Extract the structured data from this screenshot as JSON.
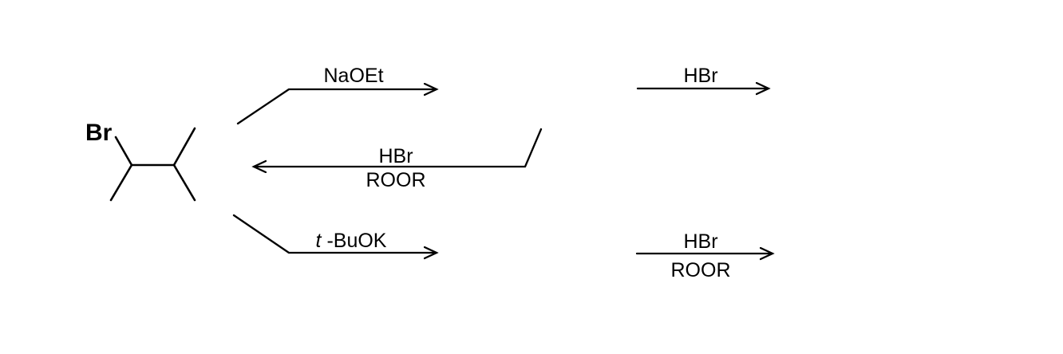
{
  "scheme": {
    "background_color": "#ffffff",
    "line_color": "#000000"
  },
  "reactant": {
    "halogen_label": "Br",
    "halogen_color": "#ED1B34"
  },
  "arrows": {
    "top_left": {
      "label_above": "NaOEt",
      "direction": "right"
    },
    "middle": {
      "label_above": "HBr",
      "label_below": "ROOR",
      "direction": "left"
    },
    "bottom_left": {
      "label_above_italic": "t",
      "label_above_rest": "-BuOK",
      "direction": "right"
    },
    "top_right": {
      "label_above": "HBr",
      "direction": "right"
    },
    "bottom_right": {
      "label_above": "HBr",
      "label_below": "ROOR",
      "direction": "right"
    }
  }
}
